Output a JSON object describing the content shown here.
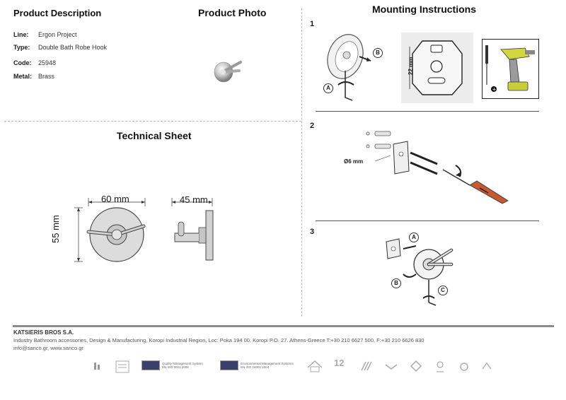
{
  "product_description": {
    "title": "Product Description",
    "rows": [
      {
        "label": "Line:",
        "value": "Ergon Project"
      },
      {
        "label": "Type:",
        "value": "Double Bath Robe Hook"
      },
      {
        "label": "Code:",
        "value": "25948"
      },
      {
        "label": "Metal:",
        "value": "Brass"
      }
    ]
  },
  "product_photo": {
    "title": "Product Photo"
  },
  "technical_sheet": {
    "title": "Technical Sheet",
    "width_label": "60 mm",
    "height_label": "55 mm",
    "depth_label": "45 mm"
  },
  "mounting": {
    "title": "Mounting Instructions",
    "steps": [
      {
        "number": "1",
        "label_a": "A",
        "label_b": "B",
        "dimension": "22 mm"
      },
      {
        "number": "2",
        "dimension": "Ø6 mm"
      },
      {
        "number": "3",
        "label_a": "A",
        "label_b": "B",
        "label_c": "C"
      }
    ]
  },
  "footer": {
    "company": "KATSIERIS BROS S.A.",
    "address": "Industry Bathroom accessories, Design & Manufacturing, Koropi Industrial Region, Loc: Poka 194 00, Koropi P.O. 27. Athens-Greece   T:+30 210 6627 500, F:+30 210 6626 830",
    "web": "info@sanco.gr, www.sanco.gr",
    "cert1": "Quality Management System\nEN ISO 9001:2008",
    "cert2": "Environmental Management Systems\nEN ISO 14001:2004",
    "badge_12": "12"
  },
  "colors": {
    "accent": "#8a8a8a",
    "chrome": "#b8b8b8",
    "drill": "#c8cf3a"
  }
}
